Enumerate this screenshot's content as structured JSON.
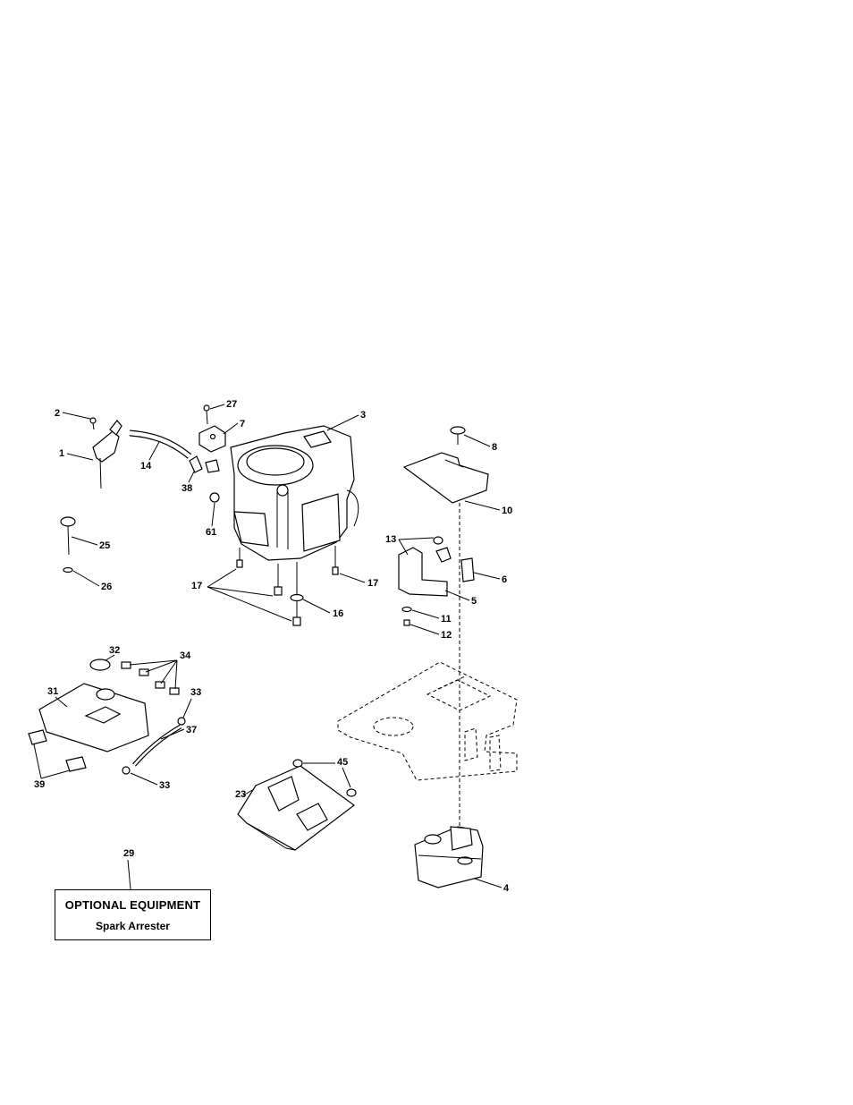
{
  "callouts": {
    "c1": "1",
    "c2": "2",
    "c3": "3",
    "c4": "4",
    "c5": "5",
    "c6": "6",
    "c7": "7",
    "c8": "8",
    "c10": "10",
    "c11": "11",
    "c12": "12",
    "c13": "13",
    "c14": "14",
    "c16": "16",
    "c17a": "17",
    "c17b": "17",
    "c23": "23",
    "c25": "25",
    "c26": "26",
    "c27": "27",
    "c29": "29",
    "c31": "31",
    "c32": "32",
    "c33a": "33",
    "c33b": "33",
    "c34": "34",
    "c37": "37",
    "c38": "38",
    "c39": "39",
    "c45": "45",
    "c61": "61"
  },
  "optional_box": {
    "title": "OPTIONAL EQUIPMENT",
    "subtitle": "Spark Arrester"
  }
}
